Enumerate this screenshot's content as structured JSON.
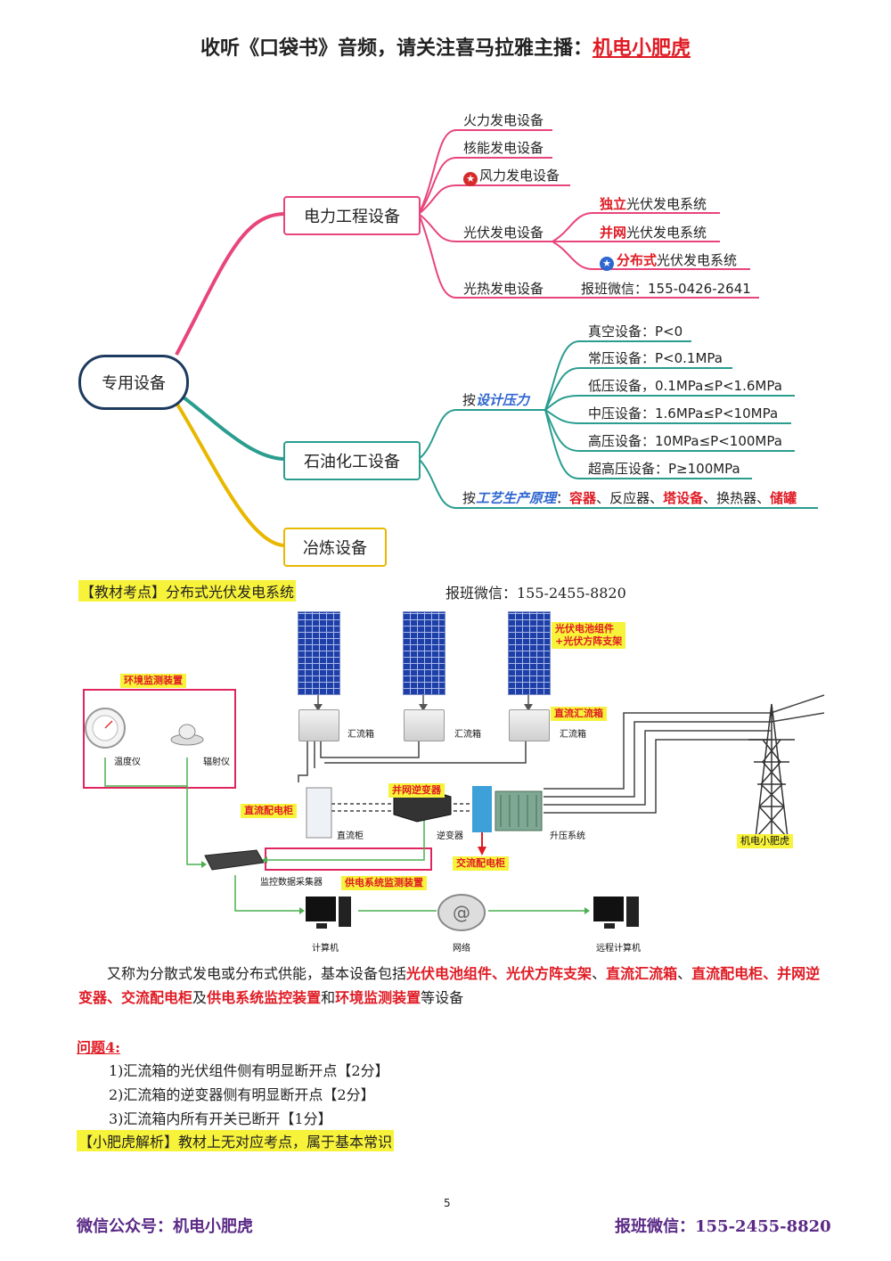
{
  "header": {
    "prefix": "收听《口袋书》音频，请关注喜马拉雅主播：",
    "anchor_name": "机电小肥虎"
  },
  "mindmap": {
    "root": "专用设备",
    "branch1": {
      "label": "电力工程设备",
      "items": [
        "火力发电设备",
        "核能发电设备",
        "风力发电设备",
        "光伏发电设备",
        "光热发电设备"
      ],
      "pv_systems": [
        {
          "strong": "独立",
          "rest": "光伏发电系统"
        },
        {
          "strong": "并网",
          "rest": "光伏发电系统"
        },
        {
          "strong": "分布式",
          "rest": "光伏发电系统"
        }
      ],
      "contact": "报班微信：155-0426-2641"
    },
    "branch2": {
      "label": "石油化工设备",
      "by_pressure_prefix": "按",
      "by_pressure_key": "设计压力",
      "pressure_items": [
        "真空设备：P<0",
        "常压设备：P<0.1MPa",
        "低压设备，0.1MPa≤P<1.6MPa",
        "中压设备：1.6MPa≤P<10MPa",
        "高压设备：10MPa≤P<100MPa",
        "超高压设备：P≥100MPa"
      ],
      "by_process_prefix": "按",
      "by_process_key": "工艺生产原理",
      "process_colon": "：",
      "process_items": [
        {
          "text": "容器",
          "red": true
        },
        {
          "text": "、反应器、",
          "red": false
        },
        {
          "text": "塔设备",
          "red": true
        },
        {
          "text": "、换热器、",
          "red": false
        },
        {
          "text": "储罐",
          "red": true
        }
      ]
    },
    "branch3": {
      "label": "冶炼设备"
    }
  },
  "diagram": {
    "topic_tag": "【教材考点】分布式光伏发电系统",
    "contact": "报班微信：155-2455-8820",
    "tags": {
      "pv_module": "光伏电池组件\n+光伏方阵支架",
      "env_monitor": "环境监测装置",
      "dc_combiner": "直流汇流箱",
      "grid_inverter": "并网逆变器",
      "dc_cabinet": "直流配电柜",
      "ac_cabinet": "交流配电柜",
      "supply_monitor": "供电系统监测装置",
      "watermark": "机电小肥虎"
    },
    "labels": {
      "thermometer": "温度仪",
      "radiometer": "辐射仪",
      "combiner1": "汇流箱",
      "combiner2": "汇流箱",
      "combiner3": "汇流箱",
      "dc_cabinet": "直流柜",
      "inverter": "逆变器",
      "boost": "升压系统",
      "collector": "监控数据采集器",
      "computer": "计算机",
      "network": "网络",
      "remote": "远程计算机"
    }
  },
  "paragraph": {
    "segments": [
      {
        "text": "又称为分散式发电或分布式供能，基本设备包括",
        "red": false
      },
      {
        "text": "光伏电池组件",
        "red": true
      },
      {
        "text": "、",
        "red": false
      },
      {
        "text": "光伏方阵支架",
        "red": true
      },
      {
        "text": "、",
        "red": false
      },
      {
        "text": "直流汇流箱",
        "red": true
      },
      {
        "text": "、",
        "red": false
      },
      {
        "text": "直流配电柜",
        "red": true
      },
      {
        "text": "、",
        "red": false
      },
      {
        "text": "并网逆变器",
        "red": true
      },
      {
        "text": "、",
        "red": false
      },
      {
        "text": "交流配电柜",
        "red": true
      },
      {
        "text": "及",
        "red": false
      },
      {
        "text": "供电系统监控装置",
        "red": true
      },
      {
        "text": "和",
        "red": false
      },
      {
        "text": "环境监测装置",
        "red": true
      },
      {
        "text": "等设备",
        "red": false
      }
    ]
  },
  "question": {
    "title": "问题4:",
    "answers": [
      "1)汇流箱的光伏组件侧有明显断开点【2分】",
      "2)汇流箱的逆变器侧有明显断开点【2分】",
      "3)汇流箱内所有开关已断开【1分】"
    ],
    "analysis": "【小肥虎解析】教材上无对应考点，属于基本常识"
  },
  "footer": {
    "page_number": "5",
    "left": "微信公众号：机电小肥虎",
    "right": "报班微信：155-2455-8820"
  },
  "colors": {
    "red": "#e01b24",
    "highlight": "#f7f23a",
    "pink_branch": "#e8457a",
    "teal_branch": "#2a9d8f",
    "gold_branch": "#e8b800",
    "root_border": "#1d3a5f",
    "footer_purple": "#5b2a86"
  }
}
